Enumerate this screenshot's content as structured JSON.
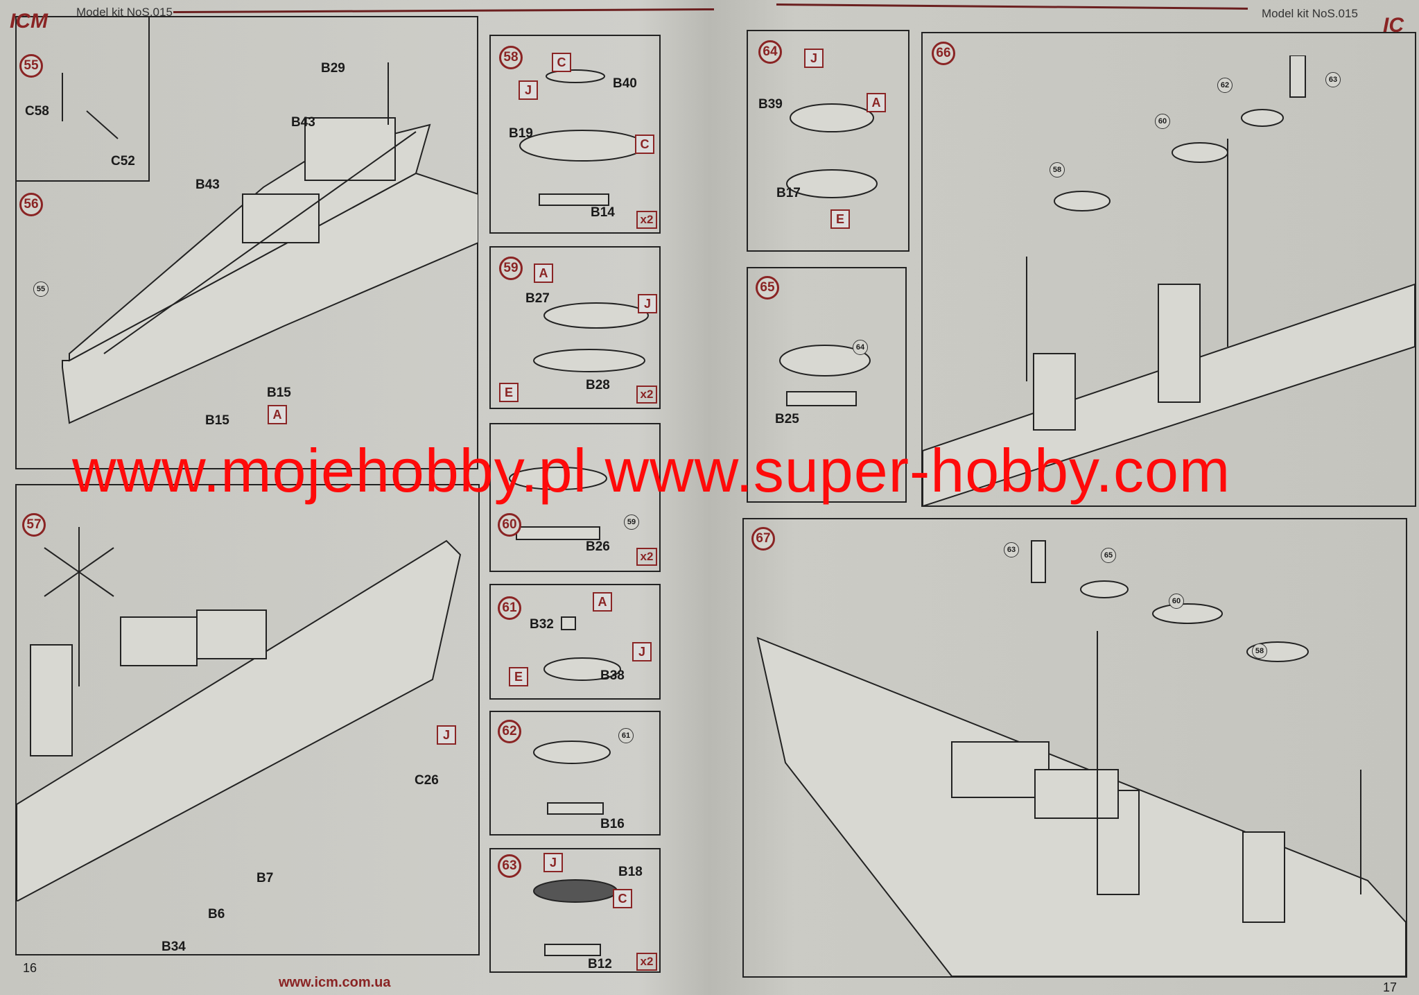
{
  "header": {
    "left_title": "Model kit NoS.015",
    "right_title": "Model kit NoS.015",
    "logo": "ICM"
  },
  "footer": {
    "left_page": "16",
    "right_page": "17",
    "url": "www.icm.com.ua"
  },
  "watermark": "www.mojehobby.pl www.super-hobby.com",
  "steps": {
    "s55": {
      "num": "55",
      "parts": [
        "C58",
        "C52"
      ]
    },
    "s56": {
      "num": "56",
      "parts": [
        "B29",
        "B43",
        "B43",
        "B15",
        "B15"
      ],
      "ref": "55",
      "letter": "A"
    },
    "s57": {
      "num": "57",
      "parts": [
        "C26",
        "B7",
        "B6",
        "B34"
      ],
      "letter": "J"
    },
    "s58": {
      "num": "58",
      "parts": [
        "B40",
        "B19",
        "B14"
      ],
      "letters": [
        "C",
        "J",
        "C"
      ],
      "qty": "x2"
    },
    "s59": {
      "num": "59",
      "parts": [
        "B27",
        "B28"
      ],
      "letters": [
        "A",
        "J",
        "E"
      ],
      "qty": "x2"
    },
    "s60": {
      "num": "60",
      "parts": [
        "B26"
      ],
      "ref": "59",
      "qty": "x2"
    },
    "s61": {
      "num": "61",
      "parts": [
        "B32",
        "B38"
      ],
      "letters": [
        "A",
        "J",
        "E"
      ]
    },
    "s62": {
      "num": "62",
      "parts": [
        "B16"
      ],
      "ref": "61"
    },
    "s63": {
      "num": "63",
      "parts": [
        "B18",
        "B12"
      ],
      "letters": [
        "J",
        "C"
      ],
      "qty": "x2"
    },
    "s64": {
      "num": "64",
      "parts": [
        "B39",
        "B17"
      ],
      "letters": [
        "J",
        "A",
        "E"
      ]
    },
    "s65": {
      "num": "65",
      "parts": [
        "B25"
      ],
      "ref": "64"
    },
    "s66": {
      "num": "66",
      "refs": [
        "62",
        "63",
        "60",
        "58"
      ]
    },
    "s67": {
      "num": "67",
      "refs": [
        "63",
        "65",
        "60",
        "58"
      ]
    }
  }
}
